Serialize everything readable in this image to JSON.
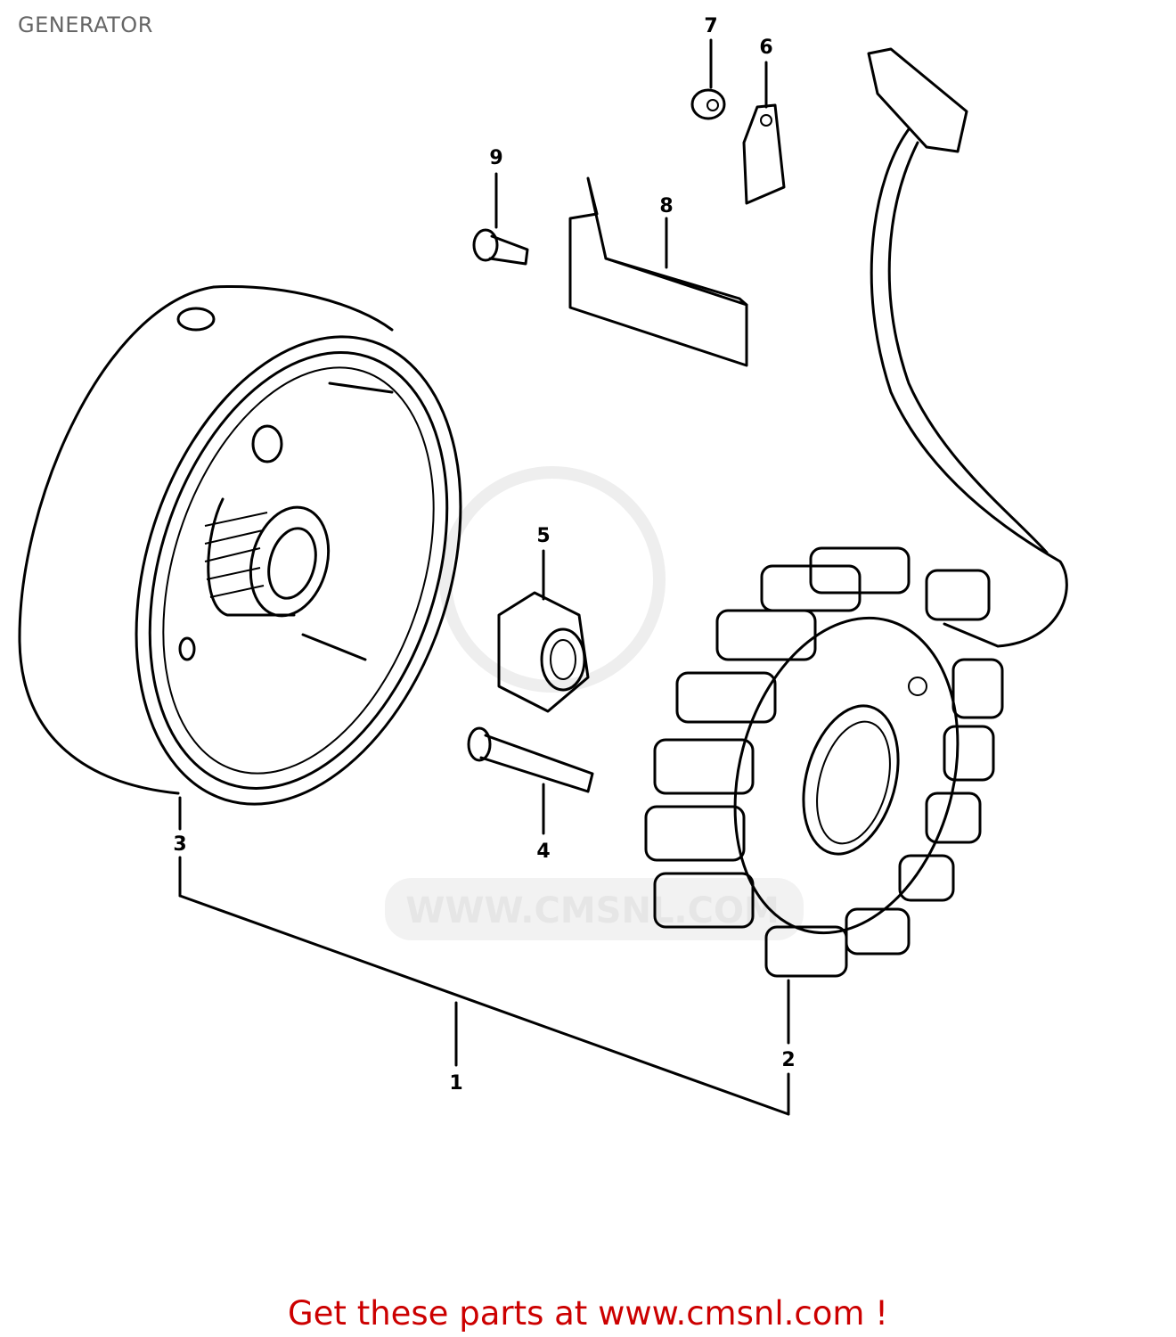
{
  "title": "GENERATOR",
  "footer": "Get these parts at www.cmsnl.com !",
  "watermark": "WWW.CMSNL.COM",
  "callouts": {
    "p1": "1",
    "p2": "2",
    "p3": "3",
    "p4": "4",
    "p5": "5",
    "p6": "6",
    "p7": "7",
    "p8": "8",
    "p9": "9"
  },
  "colors": {
    "footer": "#cc0000",
    "title": "#666666"
  }
}
